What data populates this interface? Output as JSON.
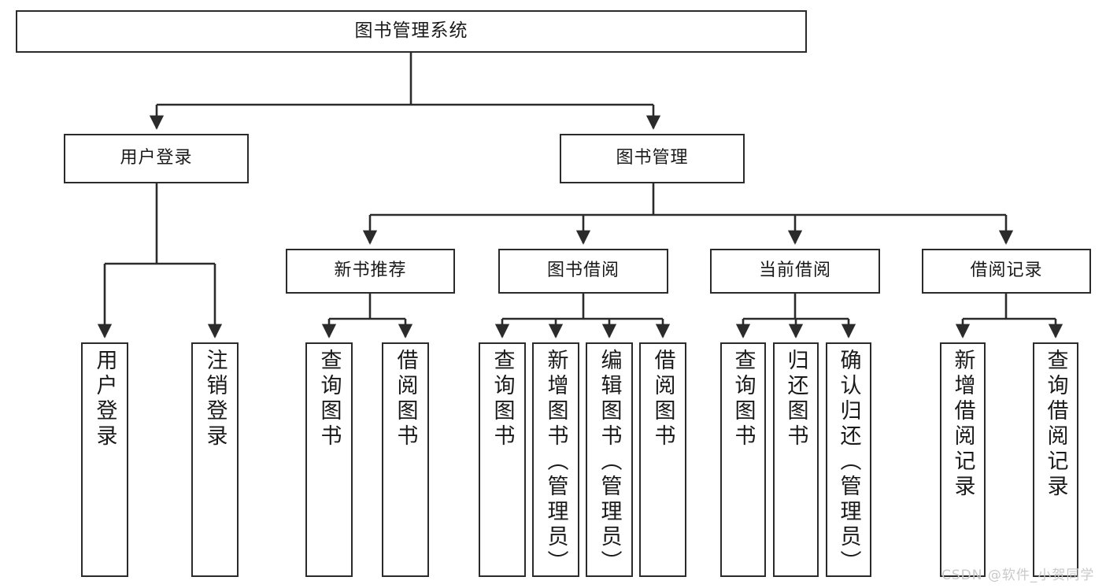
{
  "diagram": {
    "title": "图书管理系统",
    "type": "tree-hierarchy-chart",
    "watermark": "CSDN @软件_小贺同学",
    "colors": {
      "stroke": "#2b2b2b",
      "fill": "#ffffff",
      "text": "#1a1a1a",
      "watermark": "#c9c9c9"
    },
    "nodes": {
      "root": {
        "label": "图书管理系统"
      },
      "level2": [
        {
          "id": "user-login",
          "label": "用户登录"
        },
        {
          "id": "book-manage",
          "label": "图书管理"
        }
      ],
      "level3": [
        {
          "id": "new-book-rec",
          "label": "新书推荐"
        },
        {
          "id": "book-borrow",
          "label": "图书借阅"
        },
        {
          "id": "current-borrow",
          "label": "当前借阅"
        },
        {
          "id": "borrow-record",
          "label": "借阅记录"
        }
      ],
      "leaves": {
        "user_login": [
          {
            "id": "leaf-user-login",
            "label": "用户登录"
          },
          {
            "id": "leaf-logout",
            "label": "注销登录"
          }
        ],
        "new_book_rec": [
          {
            "id": "leaf-query-book-1",
            "label": "查询图书"
          },
          {
            "id": "leaf-borrow-book-1",
            "label": "借阅图书"
          }
        ],
        "book_borrow": [
          {
            "id": "leaf-query-book-2",
            "label": "查询图书"
          },
          {
            "id": "leaf-add-book",
            "label": "新增图书（管理员）"
          },
          {
            "id": "leaf-edit-book",
            "label": "编辑图书（管理员）"
          },
          {
            "id": "leaf-borrow-book-2",
            "label": "借阅图书"
          }
        ],
        "current_borrow": [
          {
            "id": "leaf-query-book-3",
            "label": "查询图书"
          },
          {
            "id": "leaf-return-book",
            "label": "归还图书"
          },
          {
            "id": "leaf-confirm-return",
            "label": "确认归还（管理员）"
          }
        ],
        "borrow_record": [
          {
            "id": "leaf-add-record",
            "label": "新增借阅记录"
          },
          {
            "id": "leaf-query-record",
            "label": "查询借阅记录"
          }
        ]
      }
    }
  }
}
